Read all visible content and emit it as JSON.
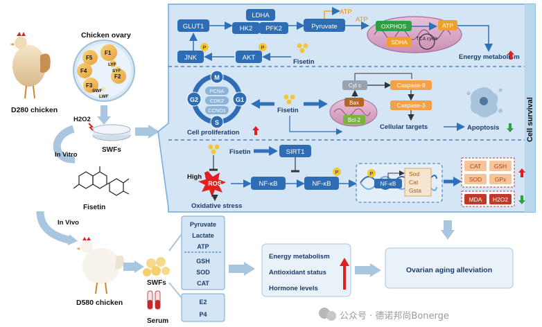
{
  "left": {
    "d280_label": "D280 chicken",
    "ovary_label": "Chicken ovary",
    "follicles": [
      "F1",
      "F2",
      "F3",
      "F4",
      "F5",
      "LYF",
      "SYF",
      "SWF",
      "LWF"
    ],
    "h2o2": "H2O2",
    "swfs_label": "SWFs",
    "in_vitro": "In Vitro",
    "fisetin_label": "Fisetin",
    "in_vivo": "In Vivo",
    "d580_label": "D580 chicken"
  },
  "energy": {
    "glut1": "GLUT1",
    "ldha": "LDHA",
    "hk2": "HK2",
    "pfk2": "PFK2",
    "pyruvate": "Pyruvate",
    "atp1": "ATP",
    "atp2": "ATP",
    "oxphos": "OXPHOS",
    "sdha": "SDHA",
    "tca": "TCA cycle",
    "atp3": "ATP",
    "jnk": "JNK",
    "akt": "AKT",
    "p": "P",
    "fisetin": "Fisetin",
    "energy_metabolism": "Energy metabolism"
  },
  "survival": {
    "side_label": "Cell survival",
    "m": "M",
    "g2": "G2",
    "g1": "G1",
    "s": "S",
    "pcna": "PCNA",
    "cdk2": "CDK2",
    "ccnd1": "CCND1",
    "cell_prolif": "Cell proliferation",
    "fisetin": "Fisetin",
    "cytc": "Cyt c",
    "bax": "Bax",
    "bcl2": "Bcl-2",
    "casp9": "Caspase-9",
    "casp3": "Caspase-3",
    "cellular_targets": "Cellular targets",
    "apoptosis": "Apoptosis"
  },
  "oxidative": {
    "fisetin": "Fisetin",
    "sirt1": "SIRT1",
    "high": "High",
    "ros": "ROS",
    "nfkb1": "NF-κB",
    "nfkb2": "NF-κB",
    "nfkb3": "NF-κB",
    "p": "P",
    "sod": "Sod",
    "cat": "Cat",
    "gsta": "Gsta",
    "oxidative_stress": "Oxidative stress",
    "out_cat": "CAT",
    "out_gsh": "GSH",
    "out_sod": "SOD",
    "out_gpx": "GPx",
    "out_mda": "MDA",
    "out_h2o2": "H2O2"
  },
  "bottom": {
    "swf_markers": [
      "Pyruvate",
      "Lactate",
      "ATP",
      "GSH",
      "SOD",
      "CAT"
    ],
    "serum_markers": [
      "E2",
      "P4"
    ],
    "swfs_label": "SWFs",
    "serum_label": "Serum",
    "outcomes": [
      "Energy metabolism",
      "Antioxidant status",
      "Hormone levels"
    ],
    "final": "Ovarian aging alleviation",
    "watermark": "公众号 · 德诺邦尚Bonerge"
  },
  "colors": {
    "panel_bg": "#cfe3f5",
    "panel_border": "#6fa8dc",
    "node_blue": "#2e6db4",
    "arrow_blue": "#2f6fb7",
    "red": "#e02020",
    "green": "#2ea043",
    "orange": "#f0a030"
  }
}
